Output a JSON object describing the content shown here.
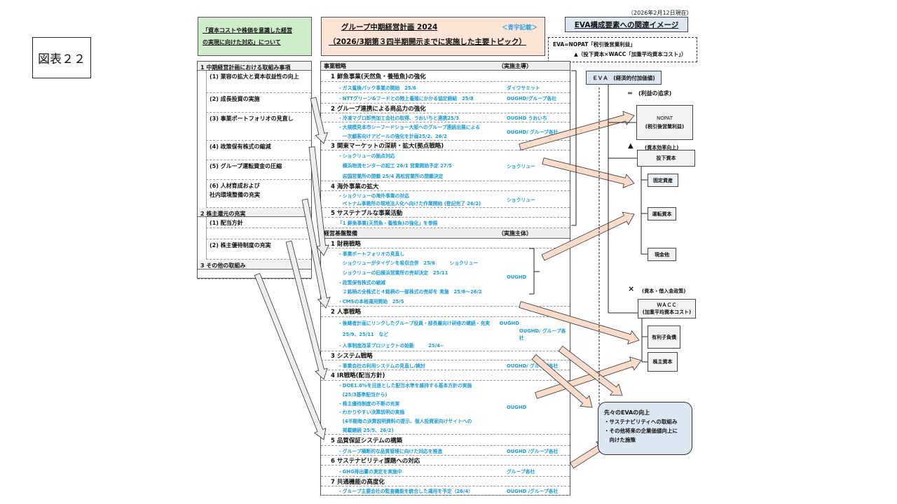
{
  "figure_label": "図表２２",
  "green_box": {
    "line1": "「資本コストや株価を意識した経営",
    "line2": "の実現に向けた対応」について"
  },
  "title_box": {
    "title": "グループ中期経営計画 2024",
    "note": "＜青字記載＞",
    "subtitle": "（2026/3期第３四半期開示までに実施した主要トピック）"
  },
  "date": "（2026年2月12日現在）",
  "eva_title": "EVA構成要素への関連イメージ",
  "formula": {
    "line1": "EVA=NOPAT「税引後営業利益」",
    "line2": "▲（投下資本×WACC「加重平均資本コスト」）"
  },
  "left_table": [
    {
      "label": "1 中期経営計画における取組み事項",
      "type": "h",
      "h": 13
    },
    {
      "label": "(1) 業容の拡大と資本収益性の向上",
      "type": "s",
      "h": 32
    },
    {
      "label": "(2) 成長投資の実施",
      "type": "s",
      "h": 28
    },
    {
      "label": "(3) 事業ポートフォリオの見直し",
      "type": "s",
      "h": 40
    },
    {
      "label": "(4) 政策保有株式の縮減",
      "type": "s",
      "h": 28
    },
    {
      "label": "(5) グループ運転資金の圧縮",
      "type": "s",
      "h": 28
    },
    {
      "label": "(6) 人材育成および\n社内環境整備の充実",
      "type": "s",
      "h": 40
    },
    {
      "label": "2 株主還元の充実",
      "type": "h",
      "h": 13
    },
    {
      "label": "(1) 配当方針",
      "type": "s",
      "h": 16
    },
    {
      "label": "",
      "type": "s",
      "h": 16
    },
    {
      "label": "(2) 株主優待制度の充実",
      "type": "s",
      "h": 29
    },
    {
      "label": "3 その他の取組み",
      "type": "h",
      "h": 14
    },
    {
      "label": "",
      "type": "b",
      "h": 14
    }
  ],
  "middle_table": [
    {
      "type": "h",
      "label": "事業戦略",
      "right": "（実施主導）",
      "h": 13
    },
    {
      "type": "sec",
      "label": "1 鮮魚事業(天然魚・養殖魚)の強化",
      "h": 16
    },
    {
      "type": "it",
      "lines": [
        "・ガス置換パック事業の開始　25/6"
      ],
      "owner": "ダイワサミット",
      "h": 16
    },
    {
      "type": "it",
      "lines": [
        "・NTTグリーン&フードとの陸上養殖にかかる協定締結　25/8"
      ],
      "owner": "OUGHD/グループ各社",
      "h": 15
    },
    {
      "type": "sec",
      "label": "2 グループ連携による商品力の強化",
      "h": 14
    },
    {
      "type": "it",
      "lines": [
        "・冷凍マグロ卸売加工会社の取得、うおいちと連携25/3"
      ],
      "owner": "OUGHD うおいち",
      "h": 13
    },
    {
      "type": "it",
      "lines": [
        "・大規模見本市シーフードショー大阪へのグループ連続出展による",
        "　一次顧客向けアピールの強化を計画25/2、26/2"
      ],
      "owner": "OUGHD/ グループ各社",
      "h": 26
    },
    {
      "type": "sec",
      "label": "3 関東マーケットの深耕・拡大(拠点戦略)",
      "h": 14
    },
    {
      "type": "it",
      "lines": [
        "・ショクリューの拠点対応",
        "　横浜物流センターの起工 26/1 営業開始予定 27/5",
        "　岩国営業所の閉鎖 25/4 高松営業所の閉鎖決定"
      ],
      "owner": "ショクリュー",
      "h": 44
    },
    {
      "type": "sec",
      "label": "4 海外事業の拡大",
      "h": 14
    },
    {
      "type": "it",
      "lines": [
        "・ショクリューの海外事業の対応",
        "　ベトナム事務所の現地法人化へ向けた作業開始 (登記完了 26/2)"
      ],
      "owner": "ショクリュー",
      "h": 24
    },
    {
      "type": "sec",
      "label": "5 サステナブルな事業活動",
      "h": 14
    },
    {
      "type": "it",
      "lines": [
        "「1 鮮魚事業(天然魚・養殖魚)の強化」を参照"
      ],
      "owner": "",
      "h": 15
    },
    {
      "type": "h",
      "label": "経営基盤整備",
      "right": "（実施主体）",
      "h": 15
    },
    {
      "type": "sec",
      "label": "1 財務戦略",
      "h": 14
    },
    {
      "type": "it",
      "lines": [
        "・事業ポートフォリオの見直し",
        "　ショクリューがタイゲンを吸収合併　25/6　　　ショクリュー",
        "　ショクリューの旧横浜営業所の売却決定　25/11",
        "・政策保有株式の縮減",
        "　２銘柄の全株式と４銘柄の一部株式の売却を 実施　25/8～26/2",
        "・CMSの本格運用開始　25/5"
      ],
      "owner": "OUGHD",
      "h": 83
    },
    {
      "type": "sec",
      "label": "2 人事戦略",
      "h": 15
    },
    {
      "type": "it",
      "lines": [
        "・後継者計画にリンクしたグループ役員・部長層向け研修の継続・充実　　OUGHD",
        "　25/9、25/11　など",
        "・人事制度改革プロジェクトの始動　　　25/4~"
      ],
      "owner": "OUGHD/ グループ各社",
      "h": 49
    },
    {
      "type": "sec",
      "label": "3 システム戦略",
      "h": 13
    },
    {
      "type": "it",
      "lines": [
        "・事業会社の利用システムの見直し/検討"
      ],
      "owner": "OUGHD/ グループ各社",
      "h": 14
    },
    {
      "type": "sec",
      "label": "4 IR戦略(配当方針)",
      "h": 15
    },
    {
      "type": "it",
      "lines": [
        "・DOE1.6%を目途とした配当水準を維持する基本方針の実施",
        "　(25/3基準配当から)",
        "・株主優待制度の不断の充実",
        "・わかりやすい決算説明の実施",
        "　(4半期毎の決算説明資料の提示、個人投資家向けサイトへの",
        "　掲載継続 25/5、26/2)"
      ],
      "owner": "OUGHD",
      "h": 77
    },
    {
      "type": "sec",
      "label": "5 品質保証システムの構築",
      "h": 16
    },
    {
      "type": "it",
      "lines": [
        "・グループ横断的な品質管理に向けた対応を推進"
      ],
      "owner": "OUGHD /グループ各社",
      "h": 14
    },
    {
      "type": "sec",
      "label": "6 サステナビリティ課題への対応",
      "h": 14
    },
    {
      "type": "it",
      "lines": [
        "・GHG排出量の測定を実施中"
      ],
      "owner": "グループ各社",
      "h": 16
    },
    {
      "type": "sec",
      "label": "7 共通機能の高度化",
      "h": 14
    },
    {
      "type": "it",
      "lines": [
        "・グループ主要会社の監査機能を統合した運用を予定（26/4）"
      ],
      "owner": "OUGHD /グループ各社",
      "h": 13
    }
  ],
  "eva_diagram": {
    "eva": "ＥＶＡ　(経済的付加価値)",
    "equals": "＝　(利益の追求)",
    "nopat": "NOPAT",
    "nopat_sub": "(税引後営業利益)",
    "minus_label": "▲",
    "minus_note": "(資本効率向上)",
    "invested": "投下資本",
    "fixed": "固定資産",
    "working": "運転資本",
    "cash": "現金他",
    "times_label": "×",
    "times_note": "(資本・借入金政策)",
    "wacc": "ＷＡＣＣ",
    "wacc_sub": "(加重平均資本コスト)",
    "debt": "有利子負債",
    "equity": "株主資本"
  },
  "future_box": {
    "title": "先々のEVAの向上",
    "items": [
      "・サステナビリティへの取組み",
      "・その他将来の企業価値向上に",
      "　向けた施策"
    ]
  },
  "colors": {
    "blue_text": "#1a9ad8",
    "arrow_fill": "#fbdccb",
    "green": "#cfeccb",
    "pink": "#fce4d6",
    "light_blue": "#dce6f1"
  }
}
